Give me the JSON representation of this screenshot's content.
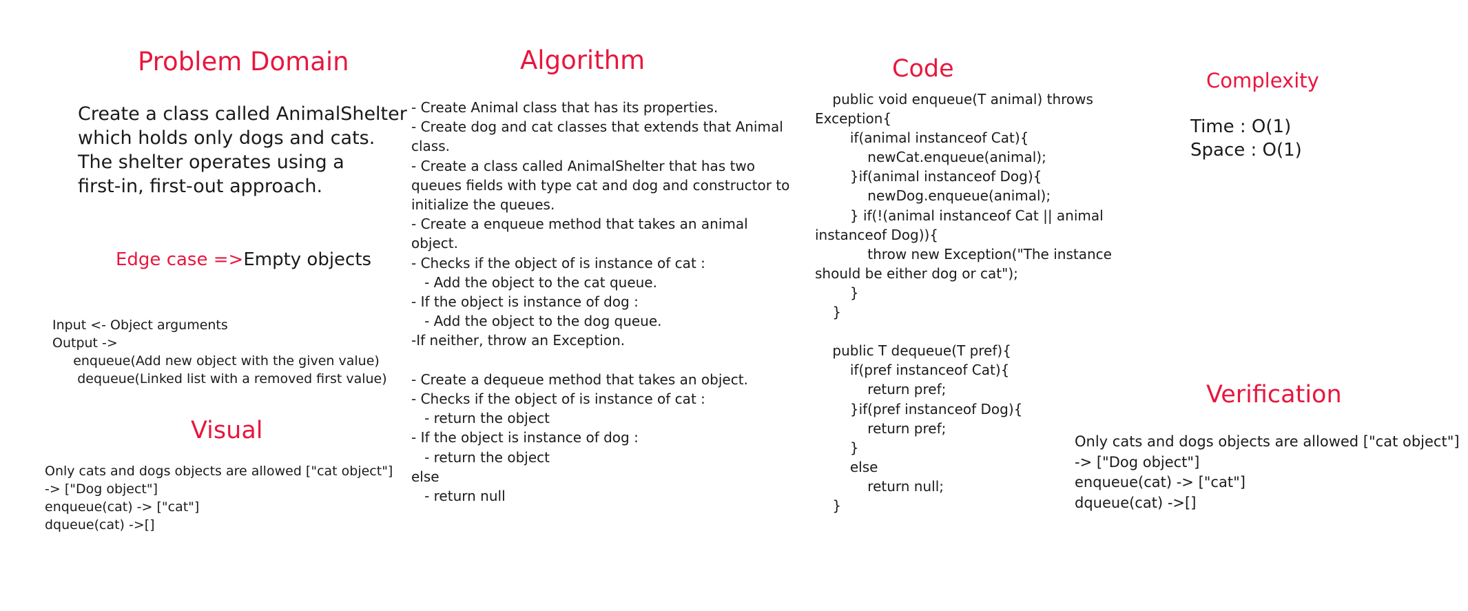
{
  "problem_domain": {
    "heading": "Problem Domain",
    "lines": [
      "Create a class called AnimalShelter",
      "which holds only dogs and cats.",
      "The shelter operates using a",
      "first-in, first-out approach."
    ],
    "edge_case_label": "Edge case =>",
    "edge_case_value": "Empty objects",
    "io_lines": [
      "Input <- Object arguments",
      "Output ->",
      "     enqueue(Add new object with the given value)",
      "      dequeue(Linked list with a removed first value)"
    ]
  },
  "visual": {
    "heading": "Visual",
    "lines": [
      "Only cats and dogs objects are allowed [\"cat object\"]",
      "-> [\"Dog object\"]",
      "enqueue(cat) -> [\"cat\"]",
      "dqueue(cat) ->[]"
    ]
  },
  "algorithm": {
    "heading": "Algorithm",
    "lines": [
      "- Create Animal class that has its properties.",
      "- Create dog and cat classes that extends that Animal",
      "class.",
      "- Create a class called AnimalShelter that has two",
      "queues fields with type cat and dog and constructor to",
      "initialize the queues.",
      "- Create a enqueue method that takes an animal",
      "object.",
      "- Checks if the object of is instance of cat :",
      "   - Add the object to the cat queue.",
      "- If the object is instance of dog :",
      "   - Add the object to the dog queue.",
      "-If neither, throw an Exception.",
      "",
      "- Create a dequeue method that takes an object.",
      "- Checks if the object of is instance of cat :",
      "   - return the object",
      "- If the object is instance of dog :",
      "   - return the object",
      "else",
      "   - return null"
    ]
  },
  "code": {
    "heading": "Code",
    "lines": [
      "    public void enqueue(T animal) throws",
      "Exception{",
      "        if(animal instanceof Cat){",
      "            newCat.enqueue(animal);",
      "        }if(animal instanceof Dog){",
      "            newDog.enqueue(animal);",
      "        } if(!(animal instanceof Cat || animal",
      "instanceof Dog)){",
      "            throw new Exception(\"The instance",
      "should be either dog or cat\");",
      "        }",
      "    }",
      "",
      "    public T dequeue(T pref){",
      "        if(pref instanceof Cat){",
      "            return pref;",
      "        }if(pref instanceof Dog){",
      "            return pref;",
      "        }",
      "        else",
      "            return null;",
      "    }"
    ]
  },
  "complexity": {
    "heading": "Complexity",
    "lines": [
      "Time : O(1)",
      "Space : O(1)"
    ]
  },
  "verification": {
    "heading": "Verification",
    "lines": [
      "Only cats and dogs objects are allowed [\"cat object\"]",
      "-> [\"Dog object\"]",
      "enqueue(cat) -> [\"cat\"]",
      "dqueue(cat) ->[]"
    ]
  },
  "colors": {
    "heading": "#e8163e",
    "text": "#1a1a1a",
    "background": "#ffffff"
  }
}
